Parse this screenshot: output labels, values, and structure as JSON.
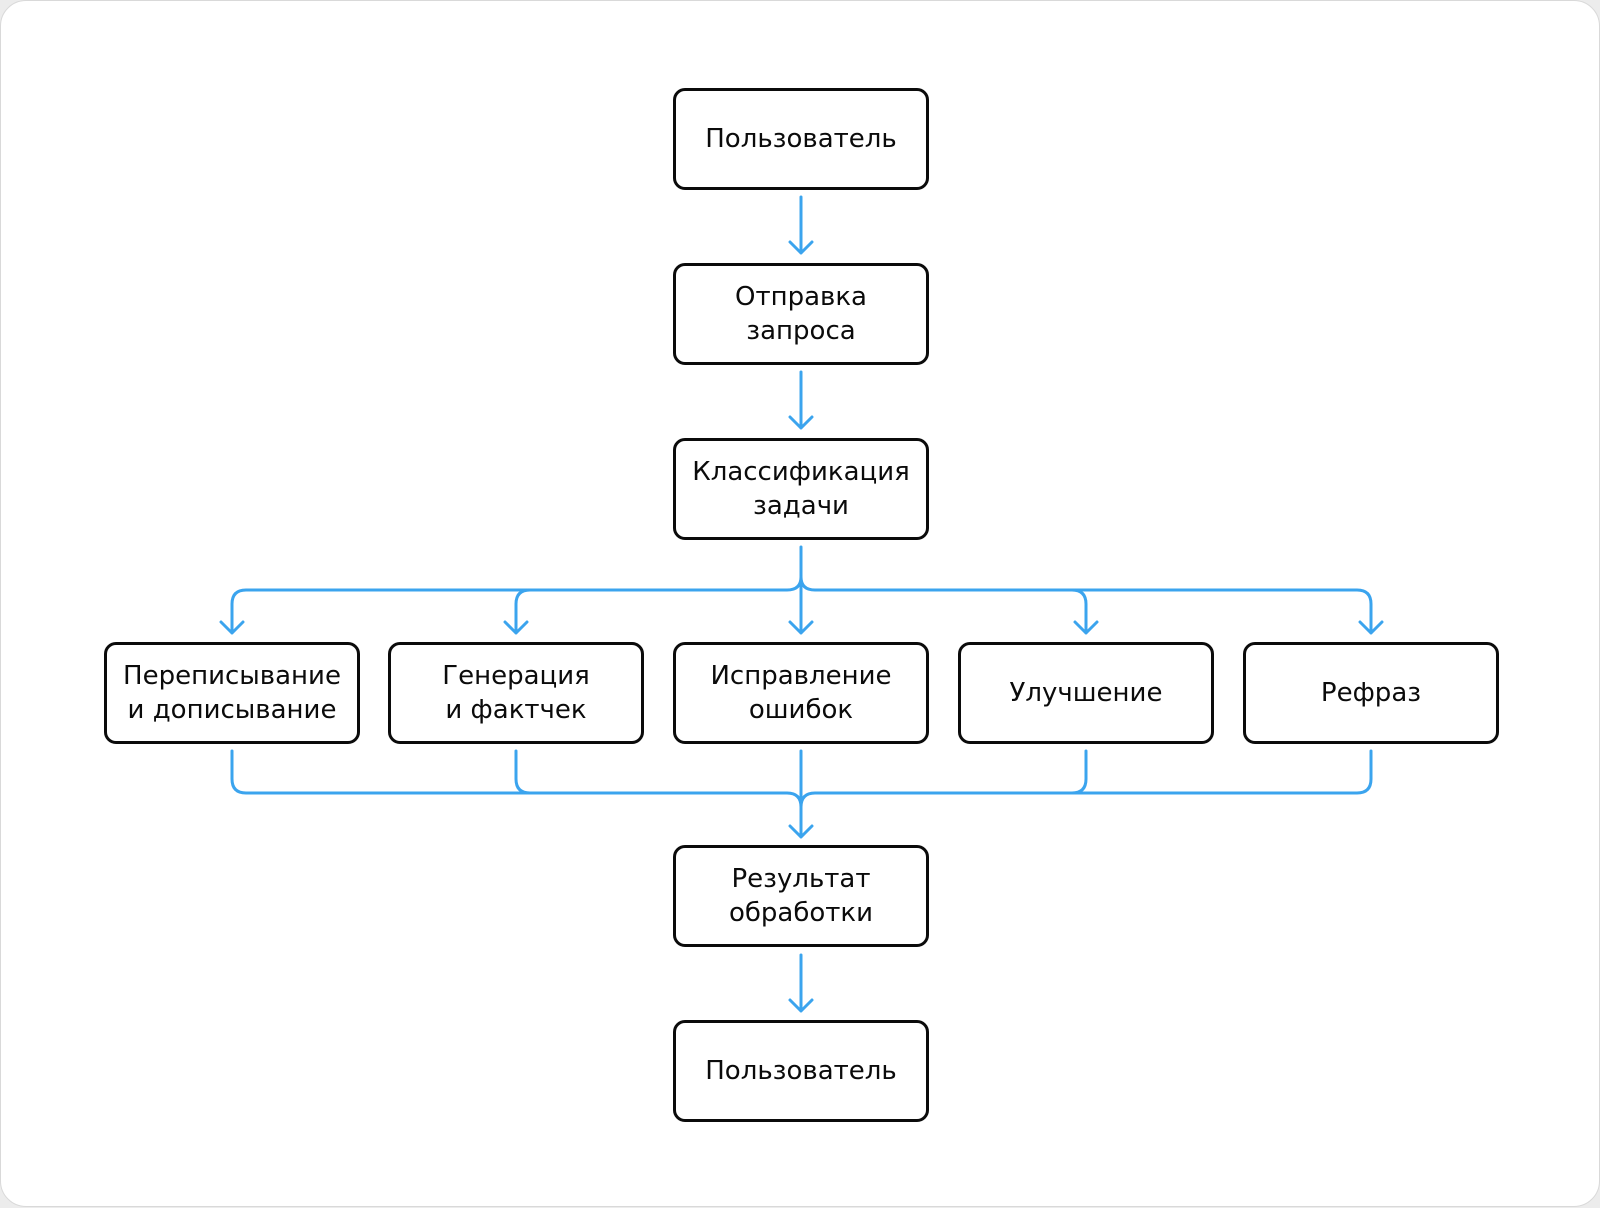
{
  "nodes": {
    "user_top": "Пользователь",
    "send_request": "Отправка\nзапроса",
    "classify_task": "Классификация\nзадачи",
    "rewrite": "Переписывание\nи дописывание",
    "generate": "Генерация\nи фактчек",
    "fix_errors": "Исправление\nошибок",
    "improve": "Улучшение",
    "rephrase": "Рефраз",
    "result": "Результат\nобработки",
    "user_bottom": "Пользователь"
  },
  "colors": {
    "connector": "#3ba4ee",
    "node_border": "#0b0b0b",
    "background": "#ffffff"
  }
}
